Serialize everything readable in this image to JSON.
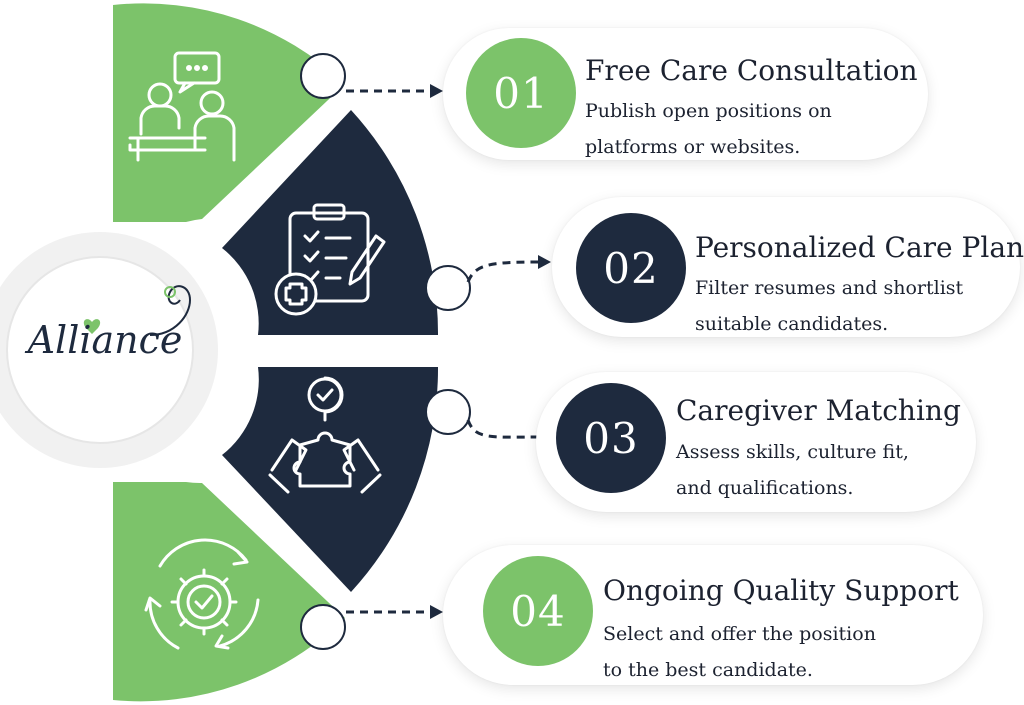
{
  "brand": {
    "logo_text": "Alliance"
  },
  "colors": {
    "green": "#7cc36a",
    "navy": "#1e2a3e",
    "text": "#1c2230"
  },
  "steps": [
    {
      "number": "01",
      "title": "Free Care Consultation",
      "desc": [
        "Publish open positions on",
        "platforms or websites."
      ],
      "icon": "consultation-icon",
      "color": "green"
    },
    {
      "number": "02",
      "title": "Personalized Care Plan",
      "desc": [
        "Filter resumes and shortlist",
        "suitable candidates."
      ],
      "icon": "clipboard-plan-icon",
      "color": "navy"
    },
    {
      "number": "03",
      "title": "Caregiver Matching",
      "desc": [
        "Assess skills, culture fit,",
        "and qualifications."
      ],
      "icon": "puzzle-match-icon",
      "color": "navy"
    },
    {
      "number": "04",
      "title": "Ongoing Quality Support",
      "desc": [
        "Select and offer the position",
        "to the best candidate."
      ],
      "icon": "gear-support-icon",
      "color": "green"
    }
  ]
}
